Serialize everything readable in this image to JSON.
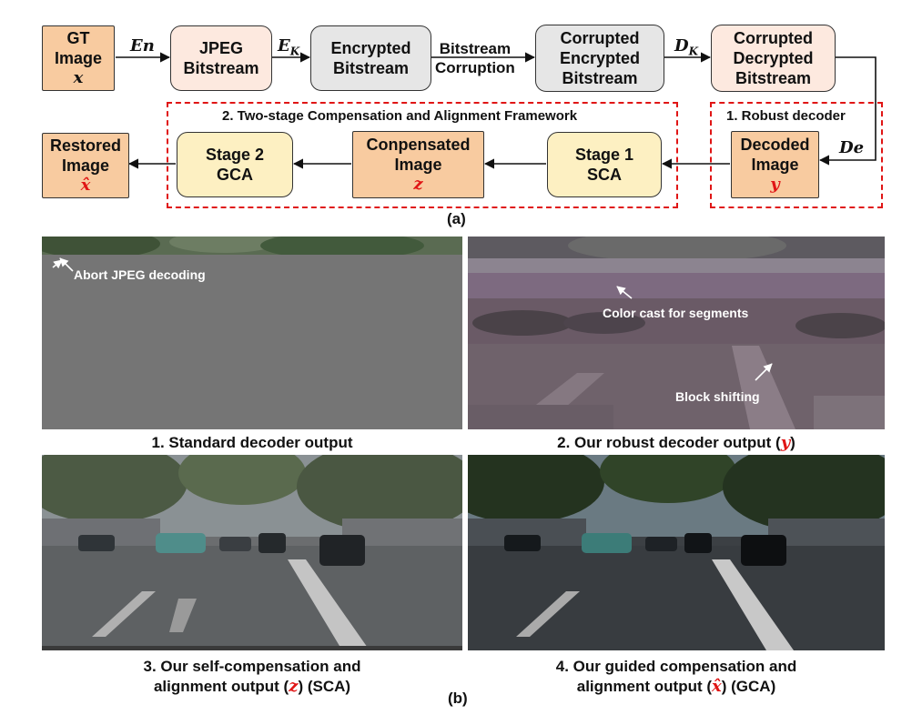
{
  "pipeline": {
    "gt": {
      "l1": "GT",
      "l2": "Image",
      "var": "x"
    },
    "jpeg": {
      "l1": "JPEG",
      "l2": "Bitstream"
    },
    "enc": {
      "l1": "Encrypted",
      "l2": "Bitstream"
    },
    "corrupt_label": {
      "l1": "Bitstream",
      "l2": "Corruption"
    },
    "cenc": {
      "l1": "Corrupted",
      "l2": "Encrypted",
      "l3": "Bitstream"
    },
    "cdec": {
      "l1": "Corrupted",
      "l2": "Decrypted",
      "l3": "Bitstream"
    },
    "decoded": {
      "l1": "Decoded",
      "l2": "Image",
      "var": "y"
    },
    "stage1": {
      "l1": "Stage 1",
      "l2": "SCA"
    },
    "comp": {
      "l1": "Conpensated",
      "l2": "Image",
      "var": "z"
    },
    "stage2": {
      "l1": "Stage 2",
      "l2": "GCA"
    },
    "restored": {
      "l1": "Restored",
      "l2": "Image",
      "var": "x̂"
    },
    "arrow_en": "En",
    "arrow_ek_base": "E",
    "arrow_ek_sub": "K",
    "arrow_dk_base": "D",
    "arrow_dk_sub": "K",
    "arrow_de": "De",
    "framework_label": "2. Two-stage Compensation and Alignment Framework",
    "robust_label": "1. Robust decoder",
    "panel_a": "(a)"
  },
  "outputs": {
    "p1": {
      "caption": "1. Standard decoder output",
      "annotation": "Abort JPEG decoding"
    },
    "p2": {
      "caption_pre": "2. Our robust decoder output (",
      "caption_var": "y",
      "caption_post": ")",
      "annotation1": "Color cast for segments",
      "annotation2": "Block shifting"
    },
    "p3": {
      "caption_line1": "3. Our self-compensation and",
      "caption_pre": "alignment output (",
      "caption_var": "z",
      "caption_post": ") (SCA)"
    },
    "p4": {
      "caption_line1": "4. Our guided compensation and",
      "caption_pre": "alignment output (",
      "caption_var": "x̂",
      "caption_post": ") (GCA)"
    },
    "panel_b": "(b)"
  },
  "colors": {
    "accent_red": "#e01515",
    "orange": "#f8cba0",
    "pink": "#fde9df",
    "gray": "#e6e6e6",
    "yellow": "#fdf0c2"
  }
}
